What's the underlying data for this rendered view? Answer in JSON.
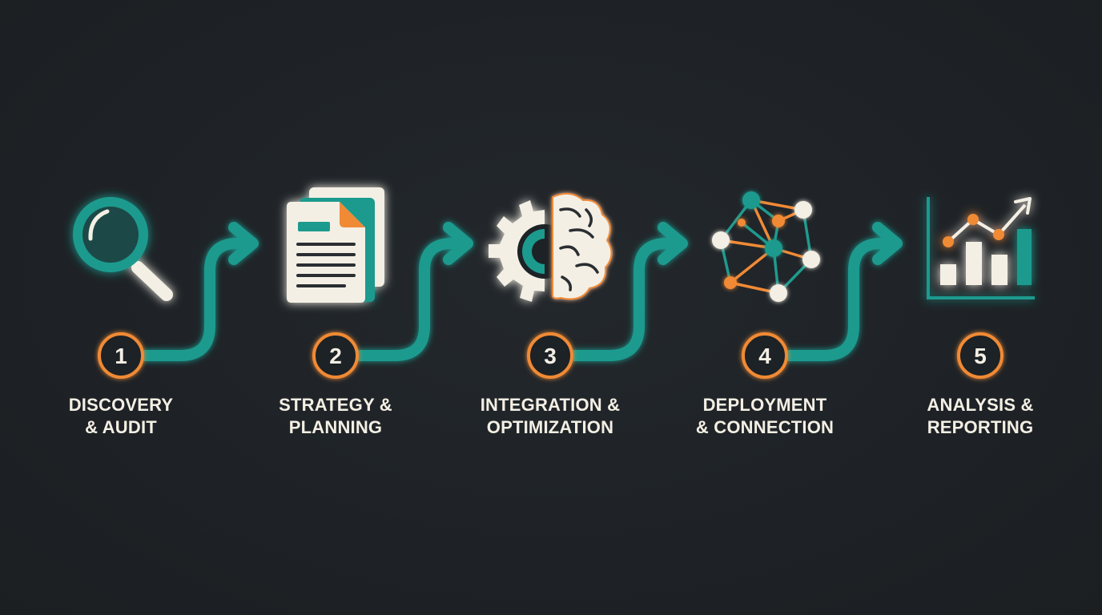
{
  "colors": {
    "background": "#1e2226",
    "teal": "#1f9a8e",
    "teal_dark": "#136b63",
    "orange": "#f08a35",
    "cream": "#f4efe4"
  },
  "steps": [
    {
      "number": "1",
      "line1": "DISCOVERY",
      "line2": "& AUDIT",
      "icon": "magnifying-glass-icon"
    },
    {
      "number": "2",
      "line1": "STRATEGY &",
      "line2": "PLANNING",
      "icon": "document-icon"
    },
    {
      "number": "3",
      "line1": "INTEGRATION &",
      "line2": "OPTIMIZATION",
      "icon": "gear-brain-icon"
    },
    {
      "number": "4",
      "line1": "DEPLOYMENT",
      "line2": "& CONNECTION",
      "icon": "network-icon"
    },
    {
      "number": "5",
      "line1": "ANALYSIS &",
      "line2": "REPORTING",
      "icon": "growth-chart-icon"
    }
  ]
}
